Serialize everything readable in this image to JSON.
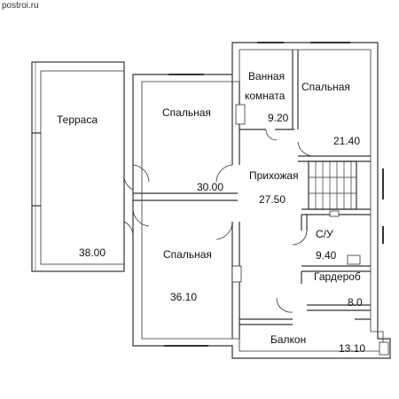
{
  "watermark": "postroi.ru",
  "rooms": {
    "terrace": {
      "name": "Терраса",
      "area": "38.00"
    },
    "bedroom1": {
      "name": "Спальная",
      "area": "30.00"
    },
    "bathroom": {
      "name_line1": "Ванная",
      "name_line2": "комната",
      "area": "9.20"
    },
    "bedroom2": {
      "name": "Спальная",
      "area": "21.40"
    },
    "hallway": {
      "name": "Прихожая",
      "area": "27.50"
    },
    "bedroom3": {
      "name": "Спальная",
      "area": "36.10"
    },
    "wc": {
      "name": "С/У",
      "area": "9.40"
    },
    "wardrobe": {
      "name": "Гардероб",
      "area": "8.0"
    },
    "balcony": {
      "name": "Балкон",
      "area": "13.10"
    }
  },
  "colors": {
    "wall": "#555555",
    "wall_fill": "#ffffff",
    "line": "#222222",
    "text": "#111111"
  }
}
